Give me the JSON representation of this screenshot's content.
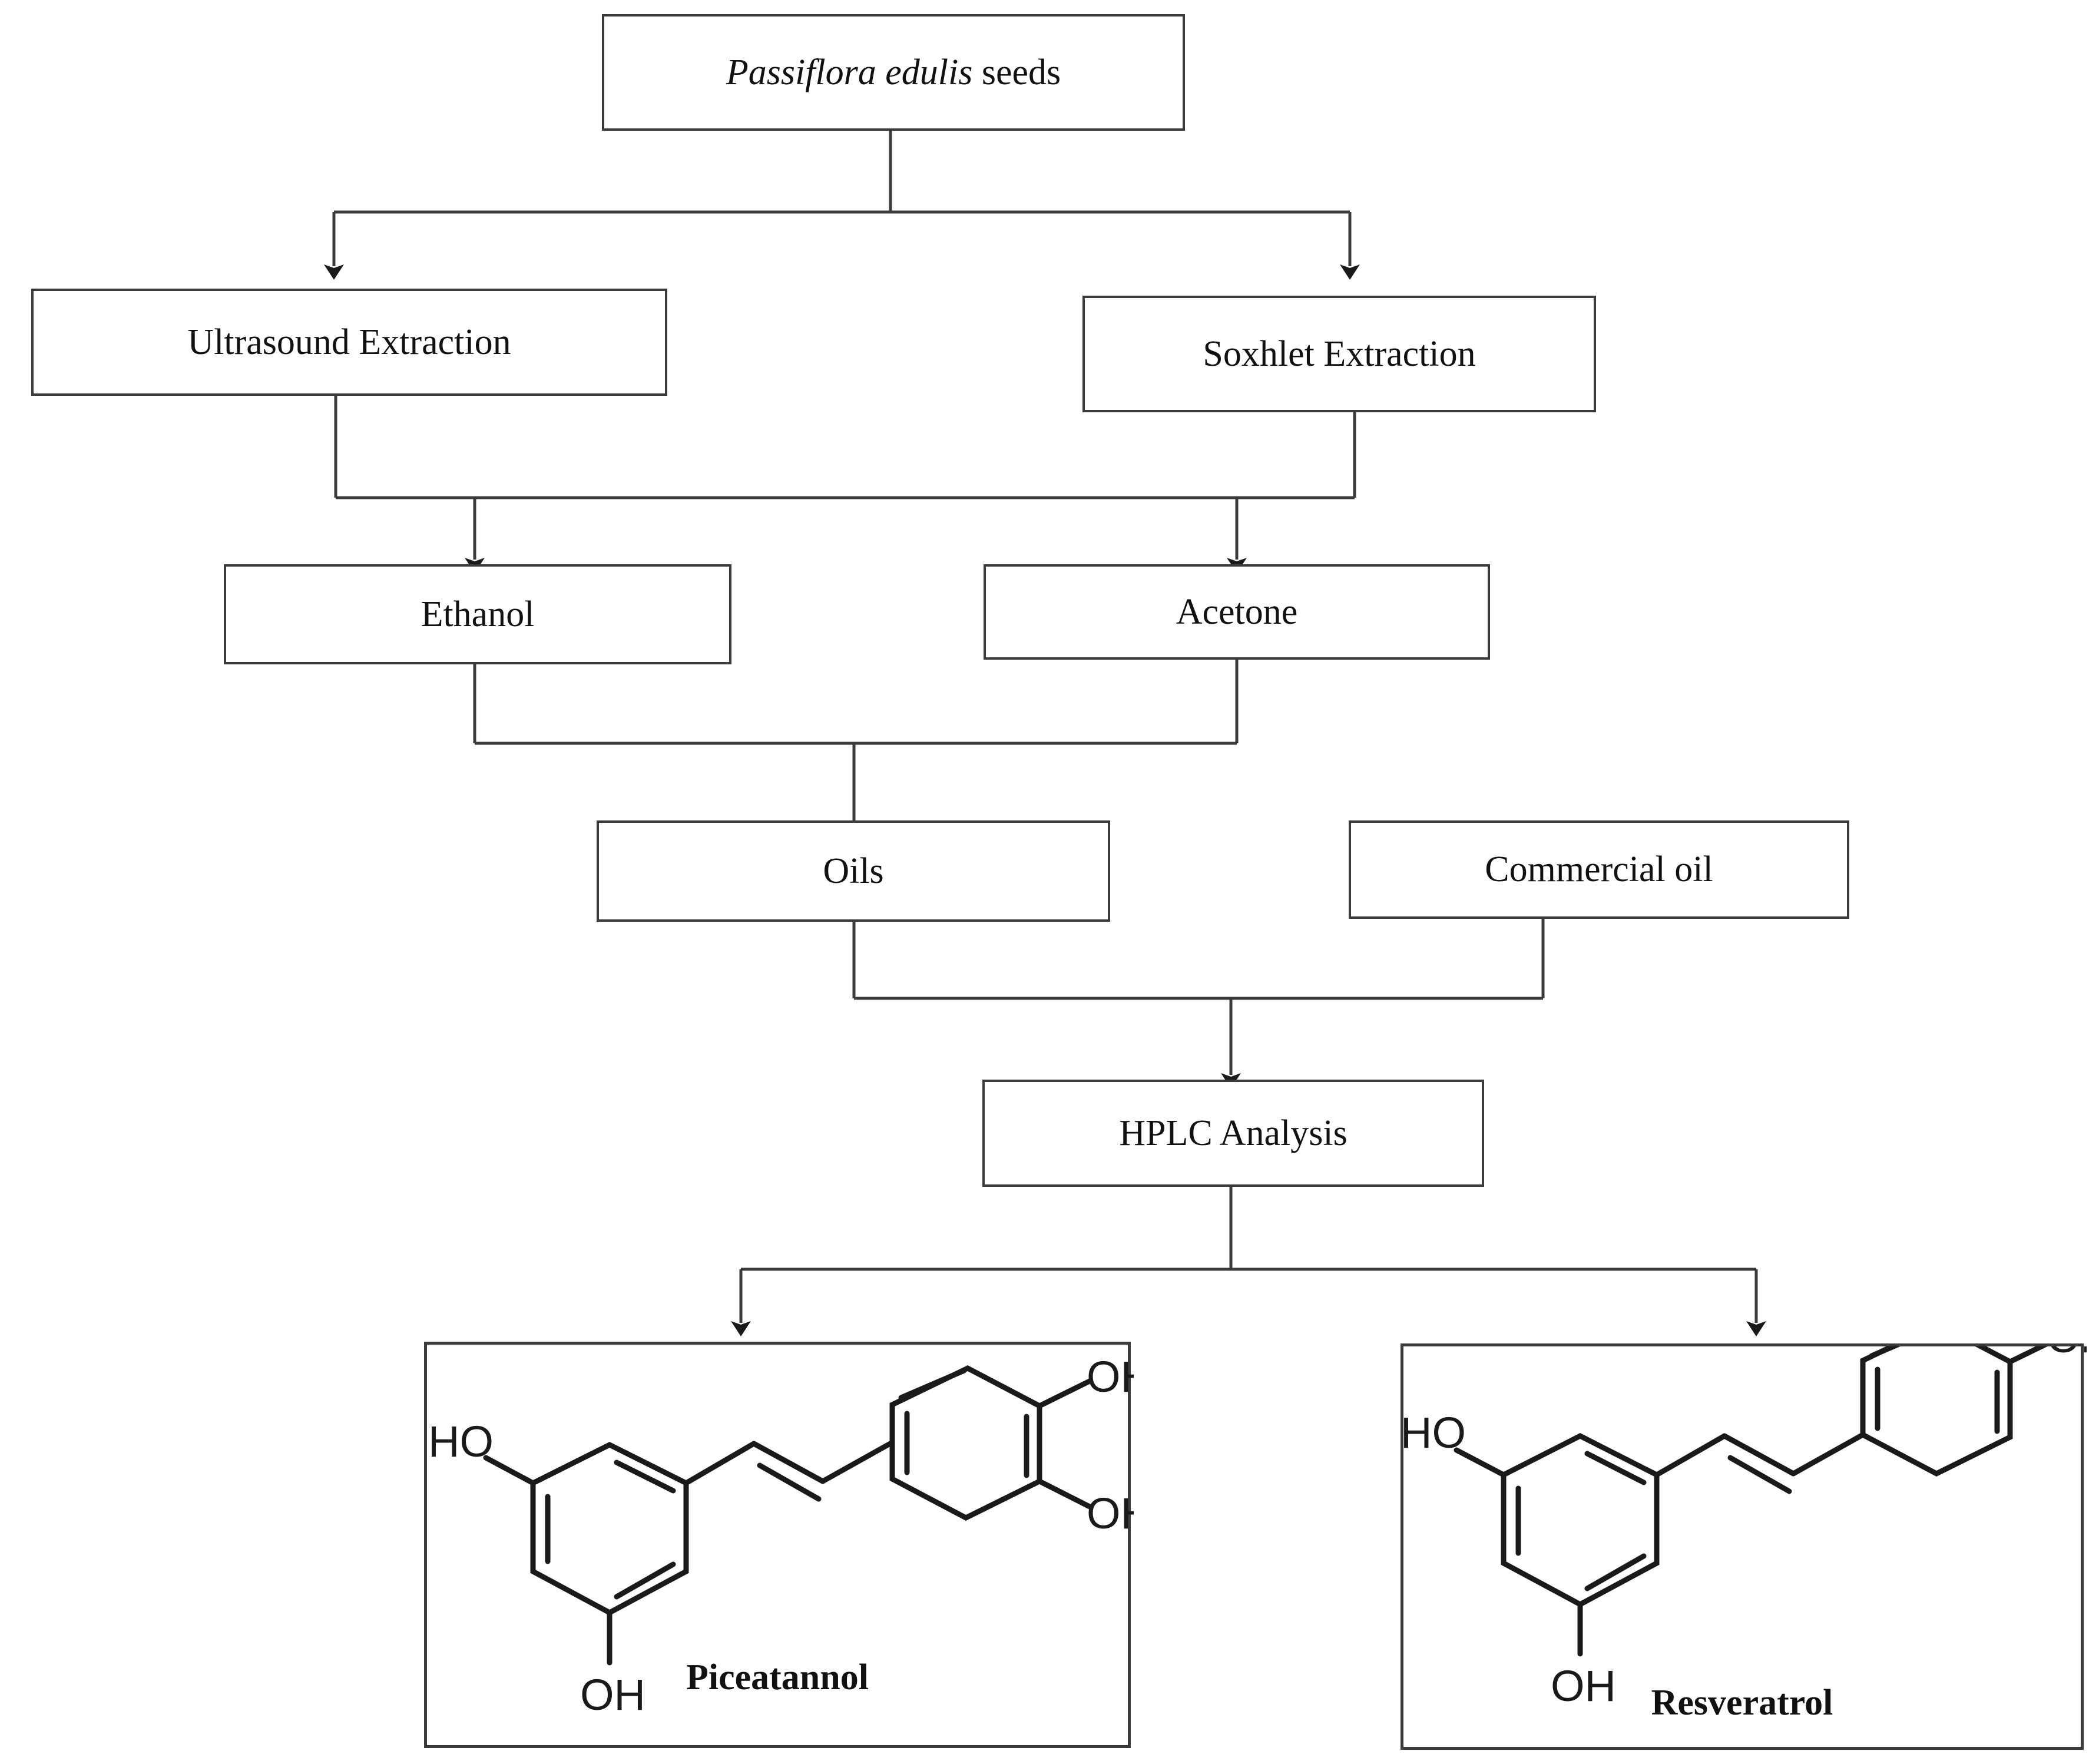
{
  "diagram": {
    "title_box": {
      "species": "Passiflora edulis",
      "suffix": " seeds"
    },
    "nodes": [
      {
        "id": "ultrasound",
        "label": "Ultrasound Extraction"
      },
      {
        "id": "soxhlet",
        "label": "Soxhlet Extraction"
      },
      {
        "id": "ethanol",
        "label": "Ethanol"
      },
      {
        "id": "acetone",
        "label": "Acetone"
      },
      {
        "id": "oils",
        "label": "Oils"
      },
      {
        "id": "commercial_oil",
        "label": "Commercial oil"
      },
      {
        "id": "hplc",
        "label": "HPLC Analysis"
      }
    ],
    "structures": [
      {
        "id": "piceatannol",
        "caption": "Piceatannol",
        "labels": [
          "HO",
          "OH",
          "OH",
          "OH"
        ]
      },
      {
        "id": "resveratrol",
        "caption": "Resveratrol",
        "labels": [
          "HO",
          "OH",
          "OH"
        ]
      }
    ],
    "colors": {
      "line": "#3b3b3b",
      "text": "#111111",
      "background": "#ffffff"
    }
  }
}
